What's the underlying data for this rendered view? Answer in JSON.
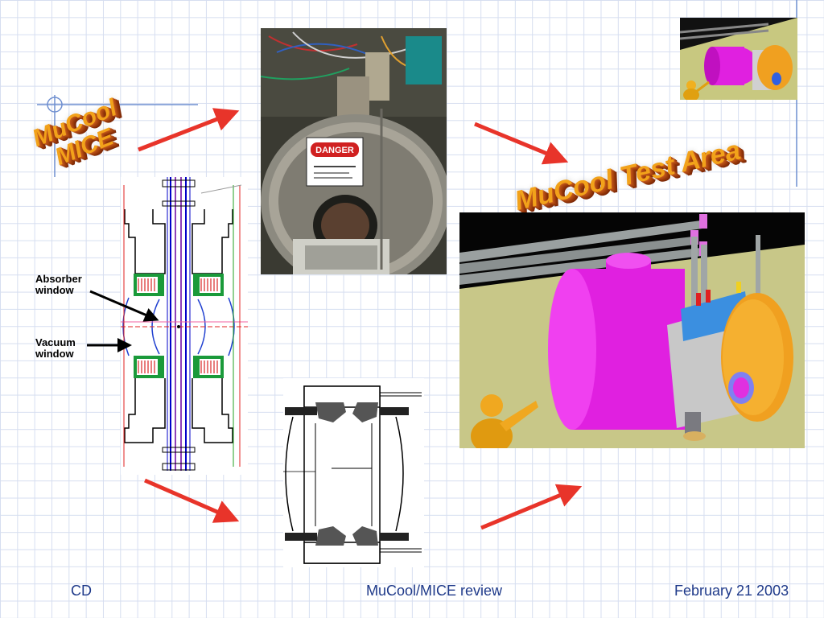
{
  "titles": {
    "mucool_mice_line1": "MuCool",
    "mucool_mice_line2": "MICE",
    "test_area": "MuCool Test Area"
  },
  "photo": {
    "danger_sign": "DANGER"
  },
  "diagram_labels": {
    "absorber_line1": "Absorber",
    "absorber_line2": "window",
    "vacuum_line1": "Vacuum",
    "vacuum_line2": "window"
  },
  "footer": {
    "left": "CD",
    "center": "MuCool/MICE review",
    "right": "February 21 2003"
  },
  "colors": {
    "arrow": "#e8342a",
    "wordart_face": "#f2a21a",
    "footer_text": "#1f3a8a",
    "magenta_vessel": "#e020e0",
    "gold_end": "#f0a020",
    "blue_box": "#3b8fe0"
  }
}
